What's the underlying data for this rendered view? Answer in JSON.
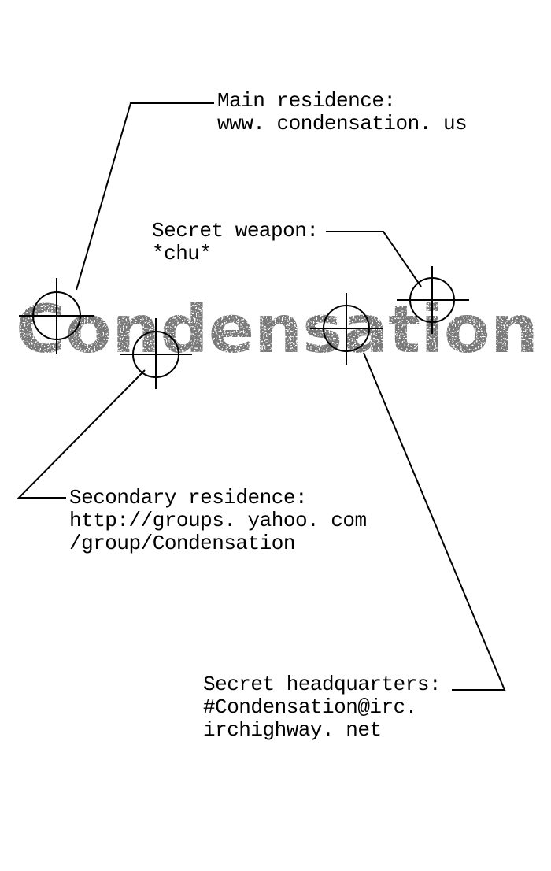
{
  "logo": {
    "text": "Condensation",
    "color": "#7a7a7a"
  },
  "main_residence": {
    "heading": "Main residence:",
    "line1": "www. condensation. us"
  },
  "secret_weapon": {
    "heading": "Secret weapon:",
    "line1": "*chu*"
  },
  "secondary_residence": {
    "heading": "Secondary residence:",
    "line1": "http://groups. yahoo. com",
    "line2": "/group/Condensation"
  },
  "secret_headquarters": {
    "heading": "Secret headquarters:",
    "line1": "#Condensation@irc.",
    "line2": "irchighway. net"
  },
  "icons": [
    "crosshair-icon"
  ]
}
